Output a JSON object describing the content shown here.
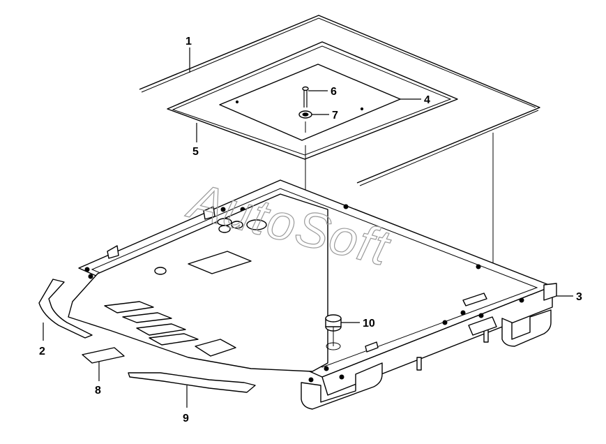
{
  "watermark": "AutoSoft",
  "callouts": [
    {
      "id": "1",
      "label": "1"
    },
    {
      "id": "2",
      "label": "2"
    },
    {
      "id": "3",
      "label": "3"
    },
    {
      "id": "4",
      "label": "4"
    },
    {
      "id": "5",
      "label": "5"
    },
    {
      "id": "6",
      "label": "6"
    },
    {
      "id": "7",
      "label": "7"
    },
    {
      "id": "8",
      "label": "8"
    },
    {
      "id": "9",
      "label": "9"
    },
    {
      "id": "10",
      "label": "10"
    }
  ]
}
